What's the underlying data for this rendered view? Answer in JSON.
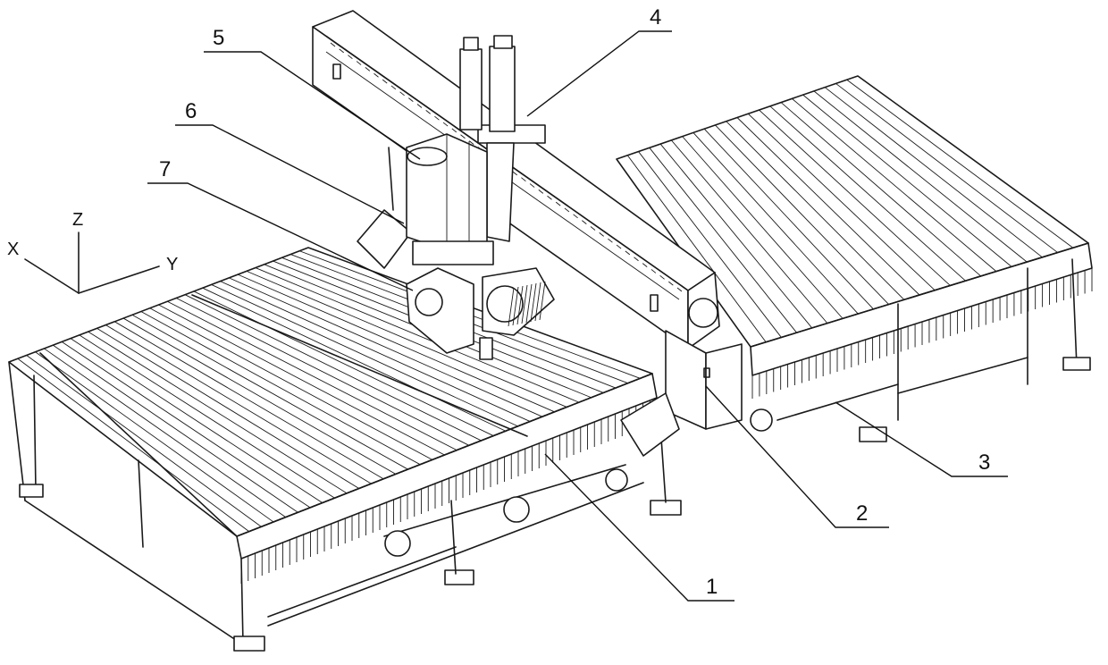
{
  "axes": {
    "x_label": "X",
    "y_label": "Y",
    "z_label": "Z"
  },
  "callouts": [
    {
      "id": "1",
      "text": "1"
    },
    {
      "id": "2",
      "text": "2"
    },
    {
      "id": "3",
      "text": "3"
    },
    {
      "id": "4",
      "text": "4"
    },
    {
      "id": "5",
      "text": "5"
    },
    {
      "id": "6",
      "text": "6"
    },
    {
      "id": "7",
      "text": "7"
    }
  ]
}
